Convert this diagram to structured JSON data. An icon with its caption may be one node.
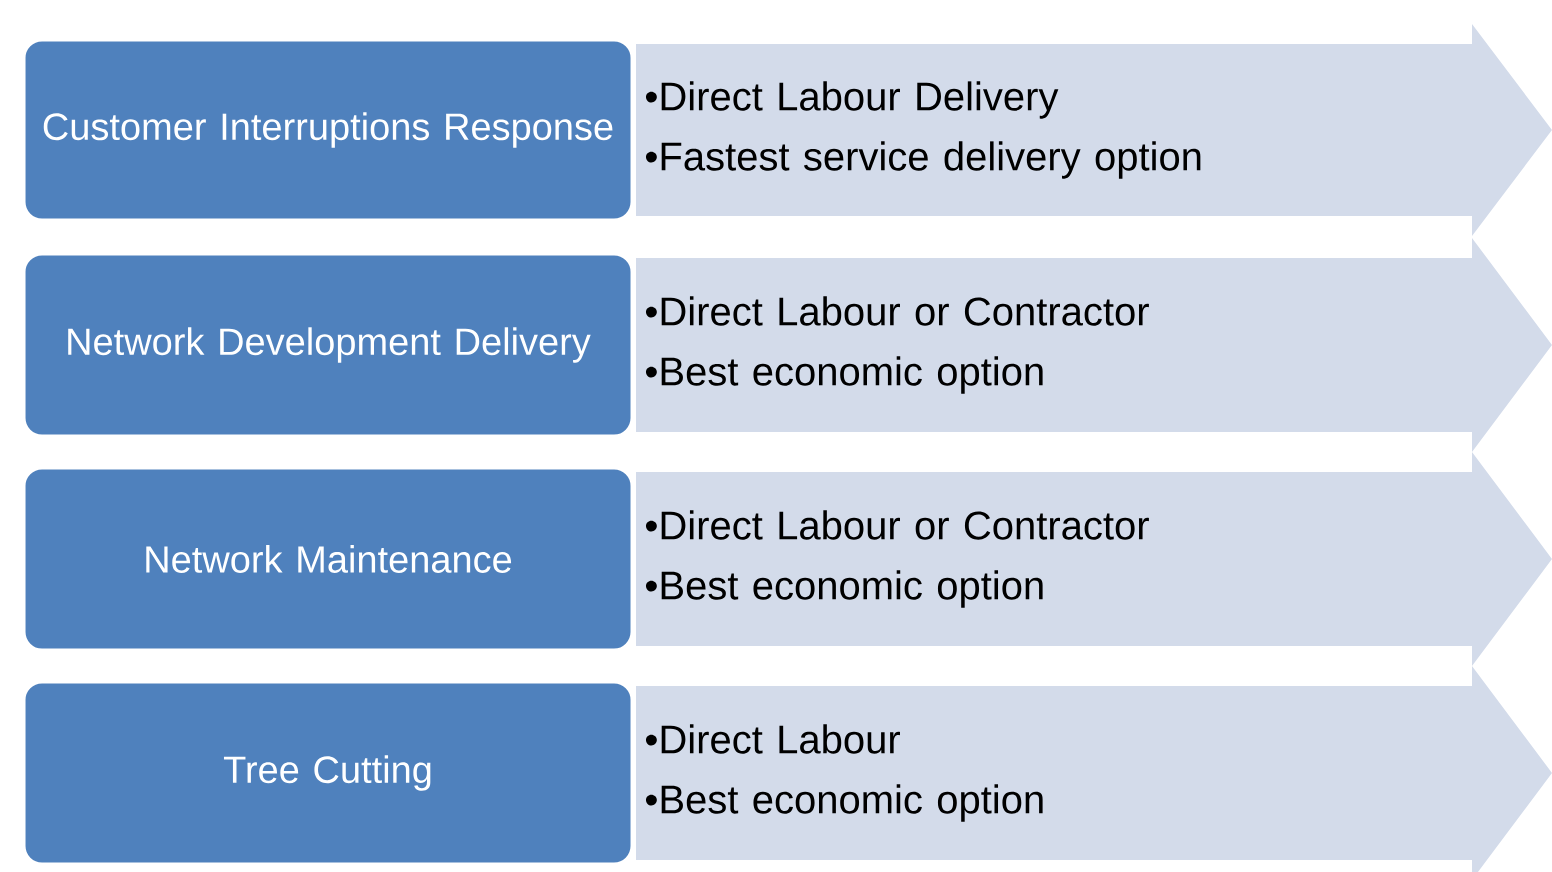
{
  "diagram": {
    "nodes": [
      {
        "text": [
          "Customer Interruptions Response"
        ]
      },
      {
        "text": [
          "•Direct Labour Delivery",
          "•Fastest service delivery option"
        ]
      },
      {
        "text": [
          "Network Development Delivery"
        ]
      },
      {
        "text": [
          "•Direct Labour or Contractor",
          "•Best economic option"
        ]
      },
      {
        "text": [
          "Network Maintenance"
        ]
      },
      {
        "text": [
          "•Direct Labour or Contractor",
          "•Best economic option"
        ]
      },
      {
        "text": [
          "Tree Cutting"
        ]
      },
      {
        "text": [
          "•Direct Labour",
          "•Best economic option"
        ]
      }
    ]
  }
}
